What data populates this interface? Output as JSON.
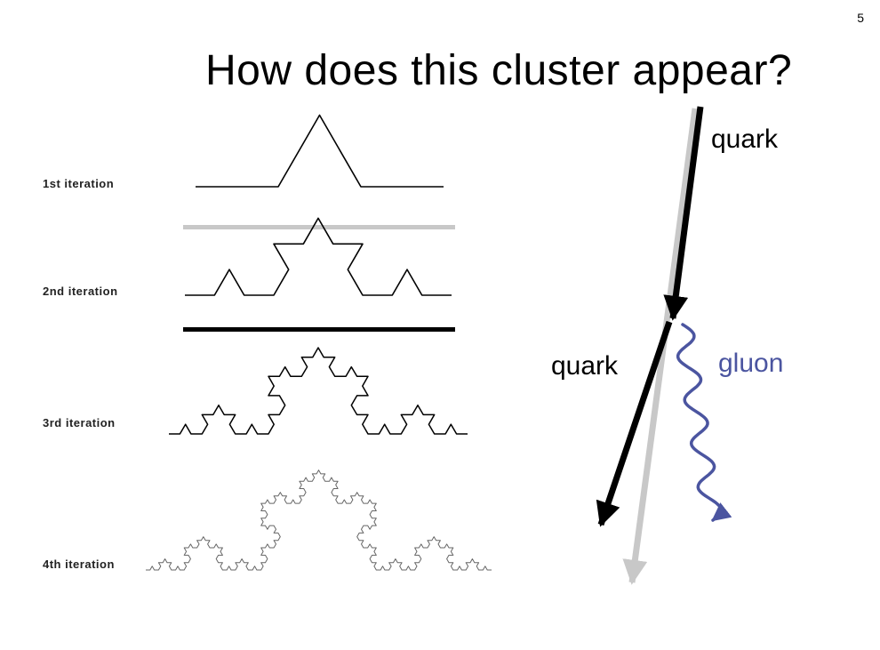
{
  "slide": {
    "number": "5",
    "title": "How does this cluster appear?"
  },
  "koch": {
    "iterations": [
      {
        "label": "1st iteration",
        "depth": 1,
        "color": "#000000"
      },
      {
        "label": "2nd iteration",
        "depth": 2,
        "color": "#000000"
      },
      {
        "label": "3rd iteration",
        "depth": 3,
        "color": "#000000"
      },
      {
        "label": "4th iteration",
        "depth": 4,
        "color": "#666666"
      }
    ],
    "separator_colors": {
      "gray": "#c8c8c8",
      "black": "#000000"
    }
  },
  "diagram": {
    "incoming_label": "quark",
    "outgoing_quark_label": "quark",
    "gluon_label": "gluon",
    "colors": {
      "quark": "#000000",
      "gluon": "#4b55a0",
      "original_direction": "#c8c8c8"
    }
  }
}
